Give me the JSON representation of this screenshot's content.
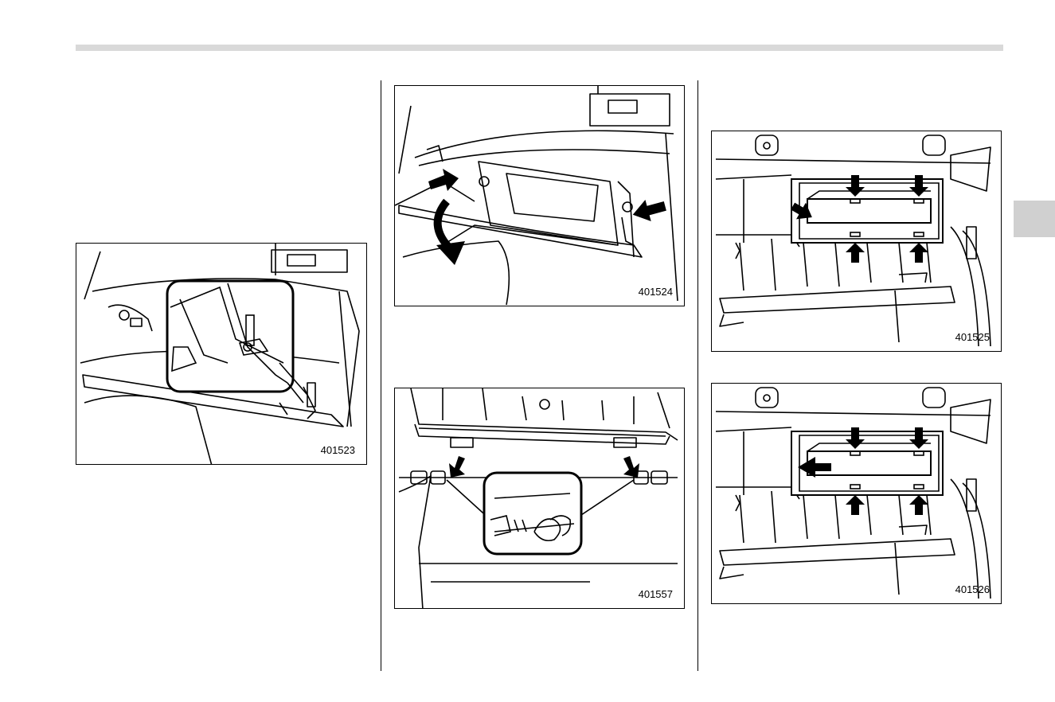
{
  "figures": {
    "glovebox_stopper": {
      "number": "401523"
    },
    "glovebox_open": {
      "number": "401524"
    },
    "glovebox_hinge": {
      "number": "401557"
    },
    "filter_cover_clips": {
      "number": "401525"
    },
    "filter_cover_remove": {
      "number": "401526"
    }
  },
  "colors": {
    "tab_gray": "#d0d0d0",
    "rule_gray": "#d9d9d9"
  }
}
